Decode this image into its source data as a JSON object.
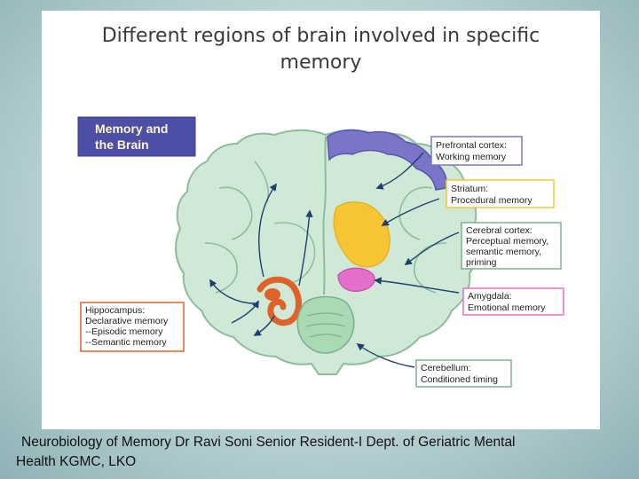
{
  "slide": {
    "title_line1": "Different regions of brain involved in specific",
    "title_line2": "memory"
  },
  "figure": {
    "banner": {
      "line1": "Memory and",
      "line2": "the Brain"
    },
    "labels": {
      "prefrontal": [
        "Prefrontal cortex:",
        "Working memory"
      ],
      "striatum": [
        "Striatum:",
        "Procedural memory"
      ],
      "cerebral": [
        "Cerebral cortex:",
        "Perceptual memory,",
        "semantic memory,",
        "priming"
      ],
      "amygdala": [
        "Amygdala:",
        "Emotional memory"
      ],
      "cerebellum": [
        "Cerebellum:",
        "Conditioned timing"
      ],
      "hippocampus": [
        "Hippocampus:",
        "Declarative memory",
        "--Episodic memory",
        "--Semantic memory"
      ]
    },
    "colors": {
      "banner": "#4b4fa6",
      "brain": "#cfe9d6",
      "prefrontal": "#7a75c9",
      "striatum": "#f7c533",
      "amygdala": "#e56fc8",
      "hippocampus": "#e0622b",
      "cerebellum": "#a9d9b5",
      "arrows": "#1f3f73"
    }
  },
  "footer": {
    "line1": "Neurobiology of Memory Dr Ravi Soni Senior Resident-I Dept. of Geriatric Mental",
    "line2": "Health KGMC, LKO"
  }
}
